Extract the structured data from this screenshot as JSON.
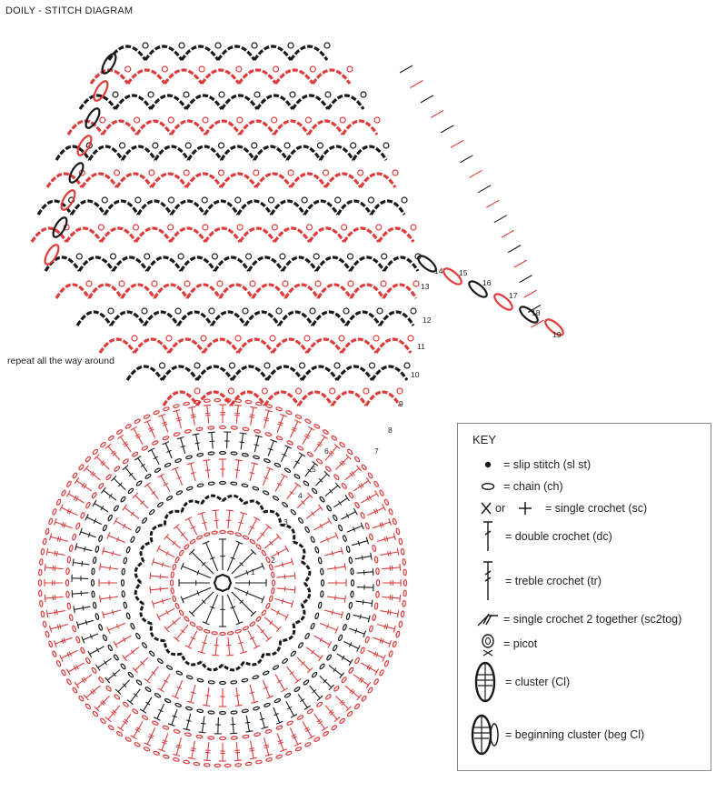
{
  "title": "DOILY - STITCH DIAGRAM",
  "repeat_note": "repeat all the way around",
  "colors": {
    "black": "#1a1a1a",
    "red": "#e03a3a",
    "key_border": "#8a8a8a"
  },
  "round_labels": [
    "1",
    "2",
    "3",
    "4",
    "5",
    "6",
    "7",
    "8",
    "9",
    "10",
    "11",
    "12",
    "13",
    "14",
    "15",
    "16",
    "17",
    "18",
    "19"
  ],
  "key": {
    "title": "KEY",
    "items": [
      {
        "icon": "slip-stitch-icon",
        "prefix": "",
        "label": "= slip stitch (sl st)"
      },
      {
        "icon": "chain-icon",
        "prefix": "",
        "label": "= chain (ch)"
      },
      {
        "icon": "single-crochet-icon",
        "prefix": "or",
        "label": "= single crochet (sc)"
      },
      {
        "icon": "double-crochet-icon",
        "prefix": "",
        "label": "= double crochet (dc)"
      },
      {
        "icon": "treble-crochet-icon",
        "prefix": "",
        "label": "= treble crochet (tr)"
      },
      {
        "icon": "sc2tog-icon",
        "prefix": "",
        "label": "= single crochet 2 together (sc2tog)"
      },
      {
        "icon": "picot-icon",
        "prefix": "",
        "label": "= picot"
      },
      {
        "icon": "cluster-icon",
        "prefix": "",
        "label": "= cluster (Cl)"
      },
      {
        "icon": "beginning-cluster-icon",
        "prefix": "",
        "label": "= beginning cluster (beg Cl)"
      }
    ]
  }
}
